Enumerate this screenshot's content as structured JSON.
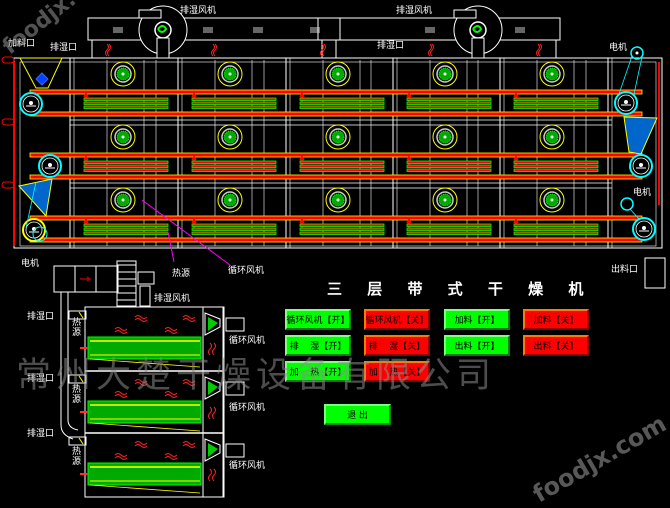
{
  "title": "三 层 带 式 干 燥 机",
  "colors": {
    "belt": "#ff0000",
    "belt_edge": "#ffff00",
    "heater": "#00ff00",
    "frame": "#ffffff",
    "roller": "#00ffff",
    "hopper": "#0066cc",
    "on": "#00ff00",
    "off": "#ff0000"
  },
  "top_view": {
    "labels": {
      "feed_inlet": "加料口",
      "exhaust_port_left": "排湿口",
      "exhaust_port_right": "排湿口",
      "exhaust_fan_left": "排湿风机",
      "exhaust_fan_right": "排湿风机",
      "motor_top_right": "电机",
      "motor_mid_right": "电机",
      "motor_bottom_left": "电机",
      "heat_source": "热源",
      "circulation_fan": "循环风机",
      "discharge_outlet": "出料口"
    }
  },
  "side_view": {
    "labels": {
      "exhaust_fan": "排湿风机",
      "exhaust_ports": [
        "排湿口",
        "排湿口",
        "排湿口"
      ],
      "heat_sources": [
        "热源",
        "热源",
        "热源"
      ],
      "circulation_fans": [
        "循环风机",
        "循环风机",
        "循环风机"
      ]
    }
  },
  "controls": {
    "buttons": [
      {
        "id": "circ-fan-on",
        "label": "循环风机【开】",
        "state": "on"
      },
      {
        "id": "circ-fan-off",
        "label": "循环风机【关】",
        "state": "off"
      },
      {
        "id": "feed-on",
        "label": "加料【开】",
        "state": "on"
      },
      {
        "id": "feed-off",
        "label": "加料【关】",
        "state": "off"
      },
      {
        "id": "dehumid-on",
        "label": "排    湿【开】",
        "state": "on"
      },
      {
        "id": "dehumid-off",
        "label": "排    湿【关】",
        "state": "off"
      },
      {
        "id": "discharge-on",
        "label": "出料【开】",
        "state": "on"
      },
      {
        "id": "discharge-off",
        "label": "出料【关】",
        "state": "off"
      },
      {
        "id": "heat-on",
        "label": "加    热【开】",
        "state": "on"
      },
      {
        "id": "heat-off",
        "label": "加    热【关】",
        "state": "off"
      },
      {
        "id": "exit",
        "label": "退 出",
        "state": "on"
      }
    ]
  },
  "watermarks": {
    "company": "常州大楚干燥设备有限公司",
    "site_top": "foodjx.com",
    "site_bottom": "foodjx.com"
  }
}
